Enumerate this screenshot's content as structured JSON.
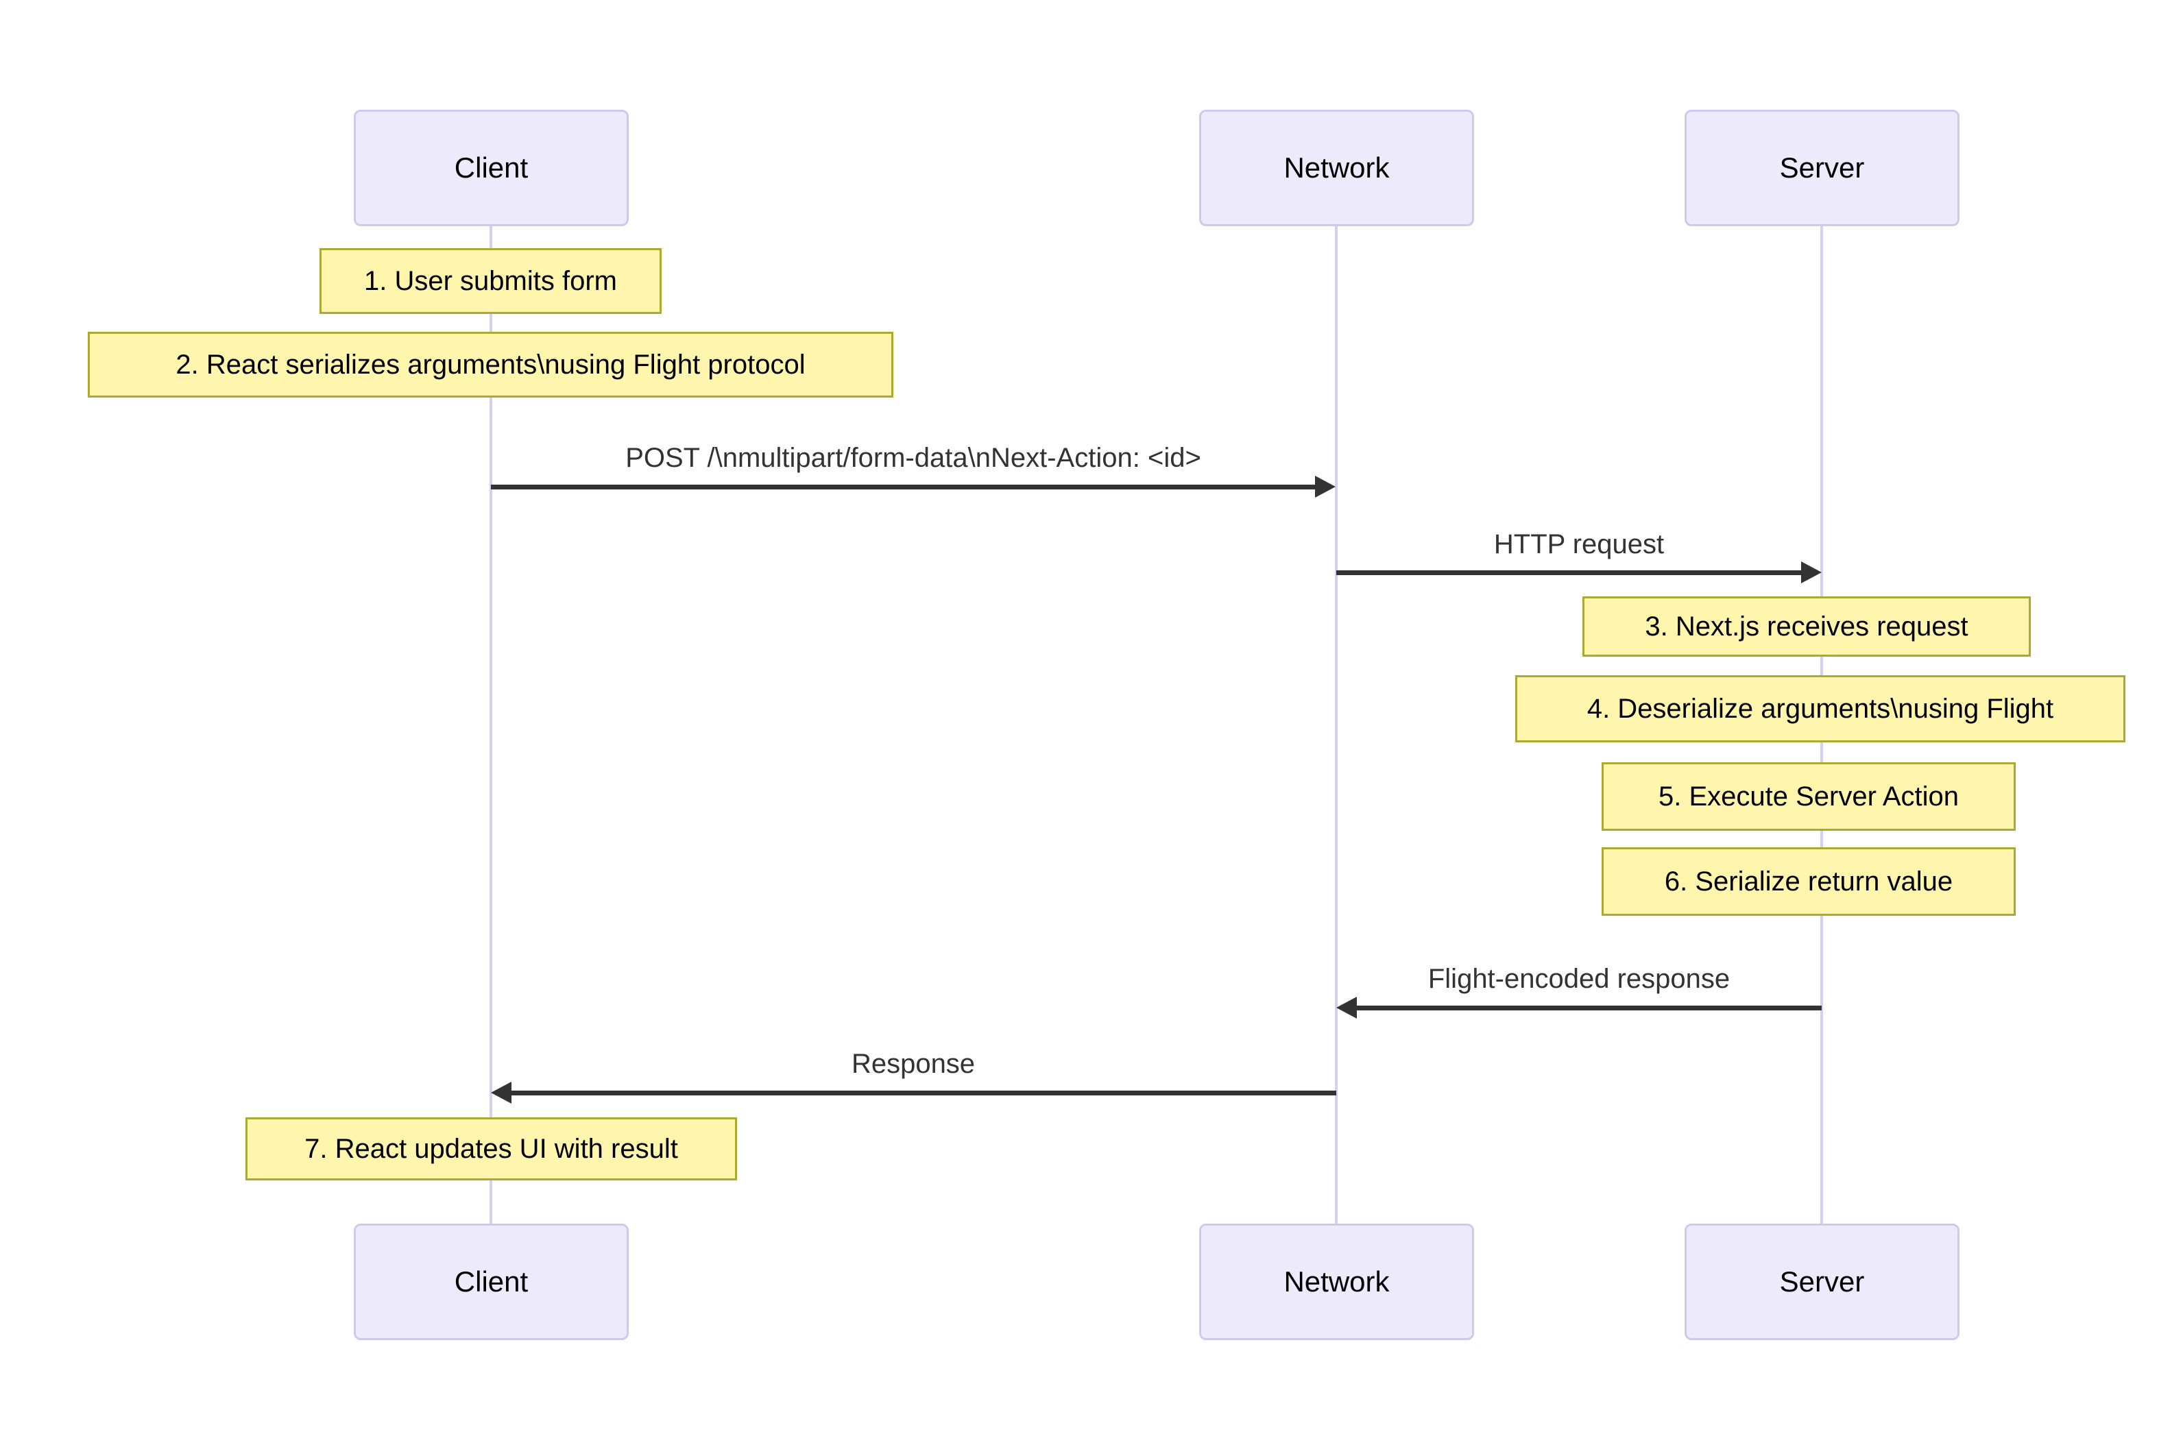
{
  "diagram": {
    "type": "sequence-diagram",
    "title": "",
    "background_color": "#ffffff",
    "participant_fill": "#ECEAFB",
    "participant_border": "#CFC9EE",
    "note_fill": "#FFF5AD",
    "note_border": "#AAAA33",
    "arrow_color": "#333333",
    "lifeline_color": "#D8CFF0"
  },
  "participants": [
    {
      "id": "client",
      "label": "Client"
    },
    {
      "id": "network",
      "label": "Network"
    },
    {
      "id": "server",
      "label": "Server"
    }
  ],
  "participants_bottom": [
    {
      "id": "client-bottom",
      "label": "Client"
    },
    {
      "id": "network-bottom",
      "label": "Network"
    },
    {
      "id": "server-bottom",
      "label": "Server"
    }
  ],
  "notes": [
    {
      "id": "note-1",
      "over": "client",
      "text": "1. User submits form"
    },
    {
      "id": "note-2",
      "over": "client",
      "text": "2. React serializes arguments\\nusing Flight protocol"
    },
    {
      "id": "note-3",
      "over": "server",
      "text": "3. Next.js receives request"
    },
    {
      "id": "note-4",
      "over": "server",
      "text": "4. Deserialize arguments\\nusing Flight"
    },
    {
      "id": "note-5",
      "over": "server",
      "text": "5. Execute Server Action"
    },
    {
      "id": "note-6",
      "over": "server",
      "text": "6. Serialize return value"
    },
    {
      "id": "note-7",
      "over": "client",
      "text": "7. React updates UI with result"
    }
  ],
  "messages": [
    {
      "id": "msg-1",
      "from": "client",
      "to": "network",
      "direction": "right",
      "label": "POST /\\nmultipart/form-data\\nNext-Action: <id>"
    },
    {
      "id": "msg-2",
      "from": "network",
      "to": "server",
      "direction": "right",
      "label": "HTTP request"
    },
    {
      "id": "msg-3",
      "from": "server",
      "to": "network",
      "direction": "left",
      "label": "Flight-encoded response"
    },
    {
      "id": "msg-4",
      "from": "network",
      "to": "client",
      "direction": "left",
      "label": "Response"
    }
  ]
}
